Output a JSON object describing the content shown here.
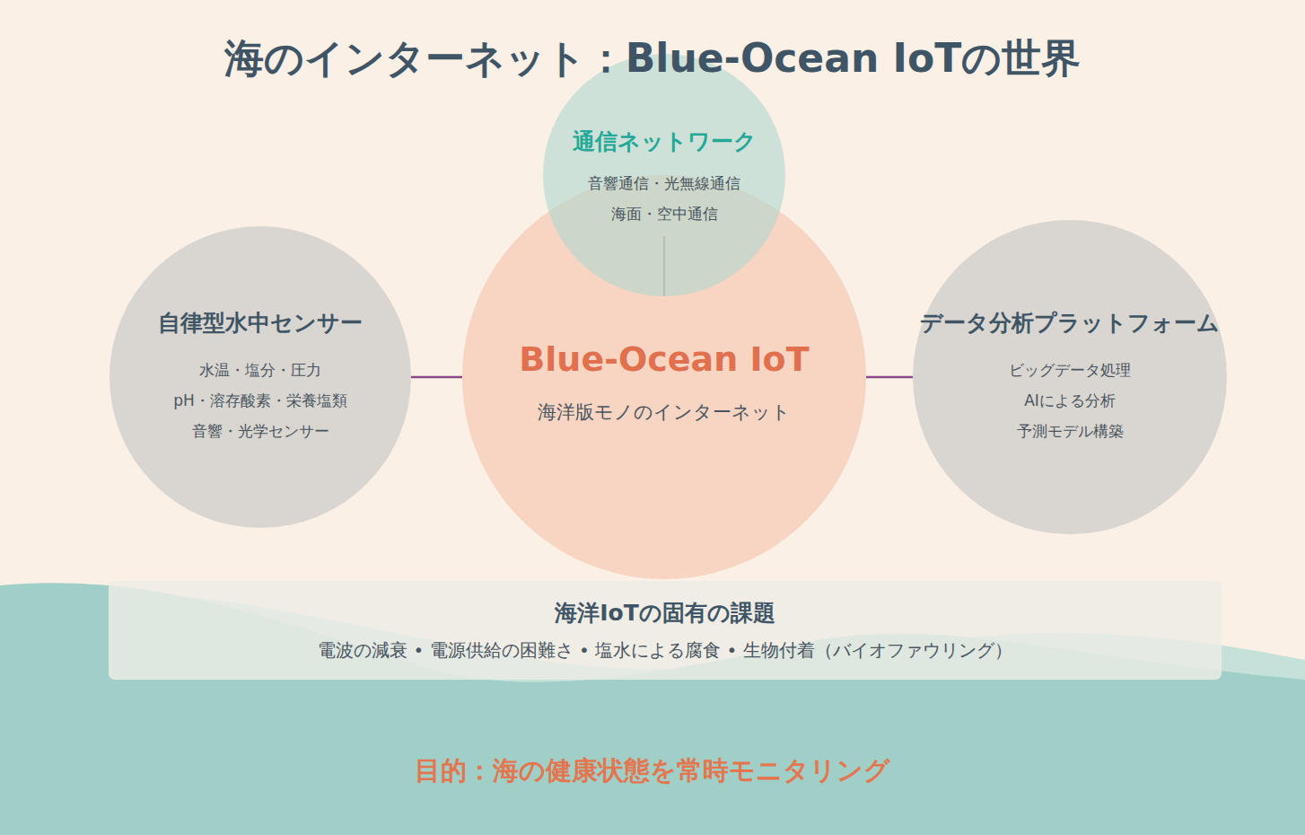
{
  "diagram": {
    "title": "海のインターネット：Blue-Ocean IoTの世界",
    "nodes": [
      {
        "text": [
          "通信ネットワーク",
          "音響通信・光無線通信",
          "海面・空中通信"
        ]
      },
      {
        "text": [
          "自律型水中センサー",
          "水温・塩分・圧力",
          "pH・溶存酸素・栄養塩類",
          "音響・光学センサー"
        ]
      },
      {
        "text": [
          "Blue-Ocean IoT",
          "海洋版モノのインターネット"
        ]
      },
      {
        "text": [
          "データ分析プラットフォーム",
          "ビッグデータ処理",
          "AIによる分析",
          "予測モデル構築"
        ]
      },
      {
        "text": [
          "海洋IoTの固有の課題",
          "電波の減衰 • 電源供給の困難さ • 塩水による腐食 • 生物付着（バイオファウリング）"
        ]
      }
    ],
    "edges": [
      {
        "from": 2,
        "to": 0,
        "arrow": "none"
      },
      {
        "from": 1,
        "to": 2,
        "arrow": "none"
      },
      {
        "from": 2,
        "to": 3,
        "arrow": "none"
      }
    ],
    "labels": [
      "目的：海の健康状態を常時モニタリング"
    ]
  }
}
